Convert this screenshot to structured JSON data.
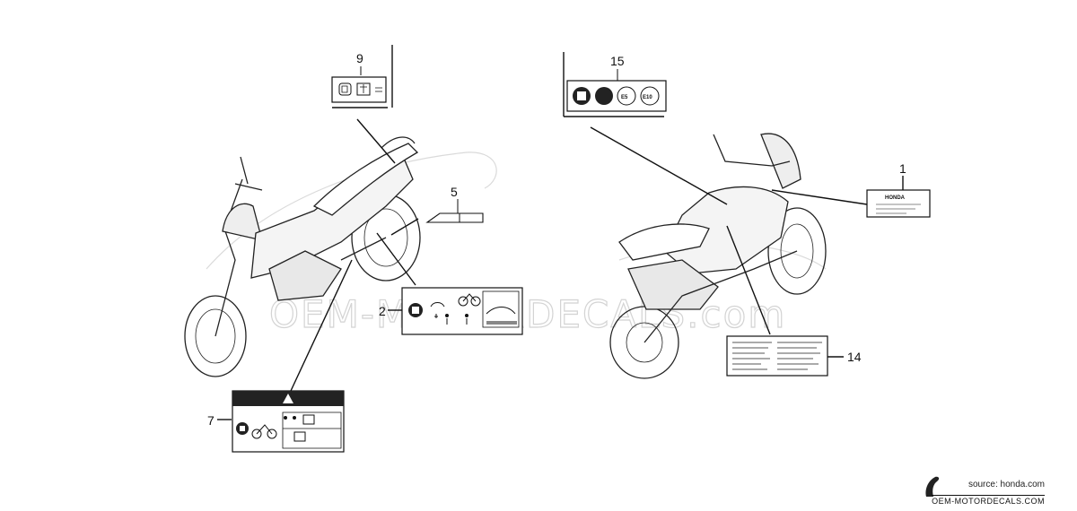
{
  "watermark": {
    "text": "OEM-MOTORDECALS.com"
  },
  "callouts": [
    {
      "id": "c1",
      "number": "1"
    },
    {
      "id": "c2",
      "number": "2"
    },
    {
      "id": "c5",
      "number": "5"
    },
    {
      "id": "c7",
      "number": "7"
    },
    {
      "id": "c9",
      "number": "9"
    },
    {
      "id": "c14",
      "number": "14"
    },
    {
      "id": "c15",
      "number": "15"
    }
  ],
  "labels": {
    "honda_brand": "HONDA",
    "fuel_e5": "E5",
    "fuel_e10": "E10"
  },
  "footer": {
    "source": "source: honda.com",
    "site": "OEM-MOTORDECALS.COM"
  }
}
